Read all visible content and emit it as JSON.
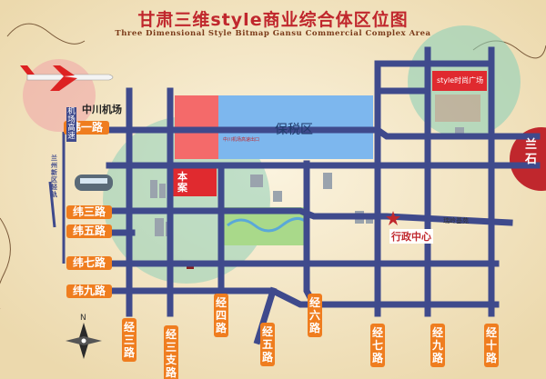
{
  "title": {
    "cn": "甘肃三维style商业综合体区位图",
    "en": "Three Dimensional Style Bitmap Gansu Commercial Complex Area"
  },
  "roads_h": [
    "纬一路",
    "纬三路",
    "纬五路",
    "纬七路",
    "纬九路"
  ],
  "roads_v": [
    "经三路",
    "经三支路",
    "经四路",
    "经五路",
    "经六路",
    "经七路",
    "经九路",
    "经十路"
  ],
  "places": {
    "airport": "中川机场",
    "airport_expressway": "机场高速",
    "rail_line": "兰州新区轻轨",
    "bonded_zone": "保税区",
    "project": "本案",
    "style_plaza": "style时尚广场",
    "admin_center": "行政中心",
    "edge_city": "兰石",
    "ruiling": "瑞岭基苑",
    "minor_top": "中川机场高速出口"
  },
  "colors": {
    "road": "#3f4a8c",
    "accent": "#ef7d1f",
    "title": "#c0272d",
    "bonded": "#7db7ee",
    "project": "#e02a2f"
  }
}
